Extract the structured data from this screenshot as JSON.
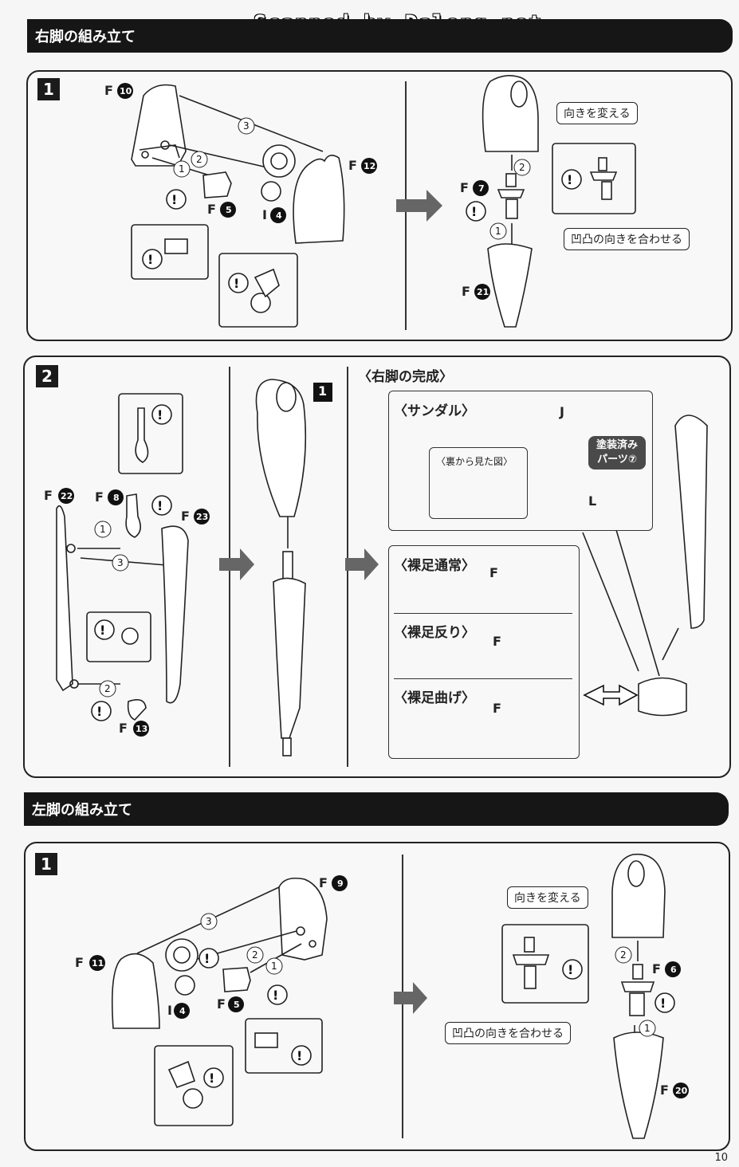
{
  "watermark": "Scanned by Dalong.net",
  "right_leg": {
    "title": "右脚の組み立て",
    "step1": {
      "number": "1",
      "parts": {
        "f10": "F",
        "f12": "F",
        "f5": "F",
        "i4": "I",
        "f7": "F",
        "f21": "F"
      },
      "callout_turn": "向きを変える",
      "callout_align": "凹凸の向きを合わせる"
    },
    "step2": {
      "number": "2",
      "parts": {
        "f22": "F",
        "f8": "F",
        "f23": "F",
        "f13": "F"
      },
      "ref_step": "1"
    },
    "completion": {
      "title": "〈右脚の完成〉",
      "sandal": {
        "title": "〈サンダル〉",
        "part_j": "J",
        "part_l": "L",
        "back_view": "〈裏から見た図〉",
        "painted": "塗装済み\nパーツ⑦"
      },
      "options": [
        {
          "title": "〈裸足通常〉",
          "part": "F"
        },
        {
          "title": "〈裸足反り〉",
          "part": "F"
        },
        {
          "title": "〈裸足曲げ〉",
          "part": "F"
        }
      ]
    }
  },
  "left_leg": {
    "title": "左脚の組み立て",
    "step1": {
      "number": "1",
      "parts": {
        "f9": "F",
        "f11": "F",
        "i4": "I",
        "f5": "F",
        "f6": "F",
        "f20": "F"
      },
      "callout_turn": "向きを変える",
      "callout_align": "凹凸の向きを合わせる"
    }
  },
  "page_number": "10"
}
